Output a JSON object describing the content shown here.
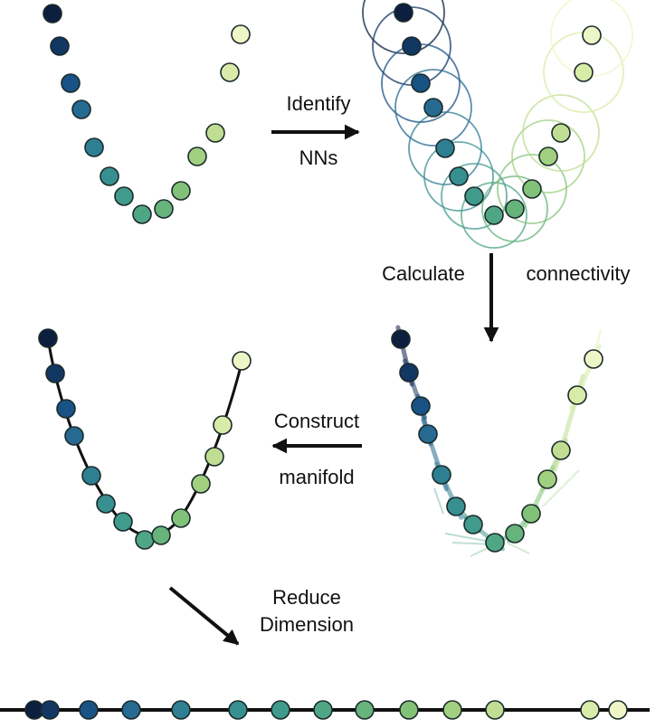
{
  "colors": {
    "gradient": [
      "#0c1f3f",
      "#123966",
      "#1a5689",
      "#2a7095",
      "#318592",
      "#3a958f",
      "#46a089",
      "#5aad80",
      "#78bd76",
      "#98cc7b",
      "#bcdc8f",
      "#d7eaa6",
      "#eef5c6"
    ],
    "ink": "#111111",
    "dot_stroke": "#1b2a2a"
  },
  "labels": {
    "identify_line1": "Identify",
    "identify_line2": "NNs",
    "calculate": "Calculate",
    "connectivity": "connectivity",
    "construct_line1": "Construct",
    "construct_line2": "manifold",
    "reduce_line1": "Reduce",
    "reduce_line2": "Dimension"
  },
  "point_count": 14
}
